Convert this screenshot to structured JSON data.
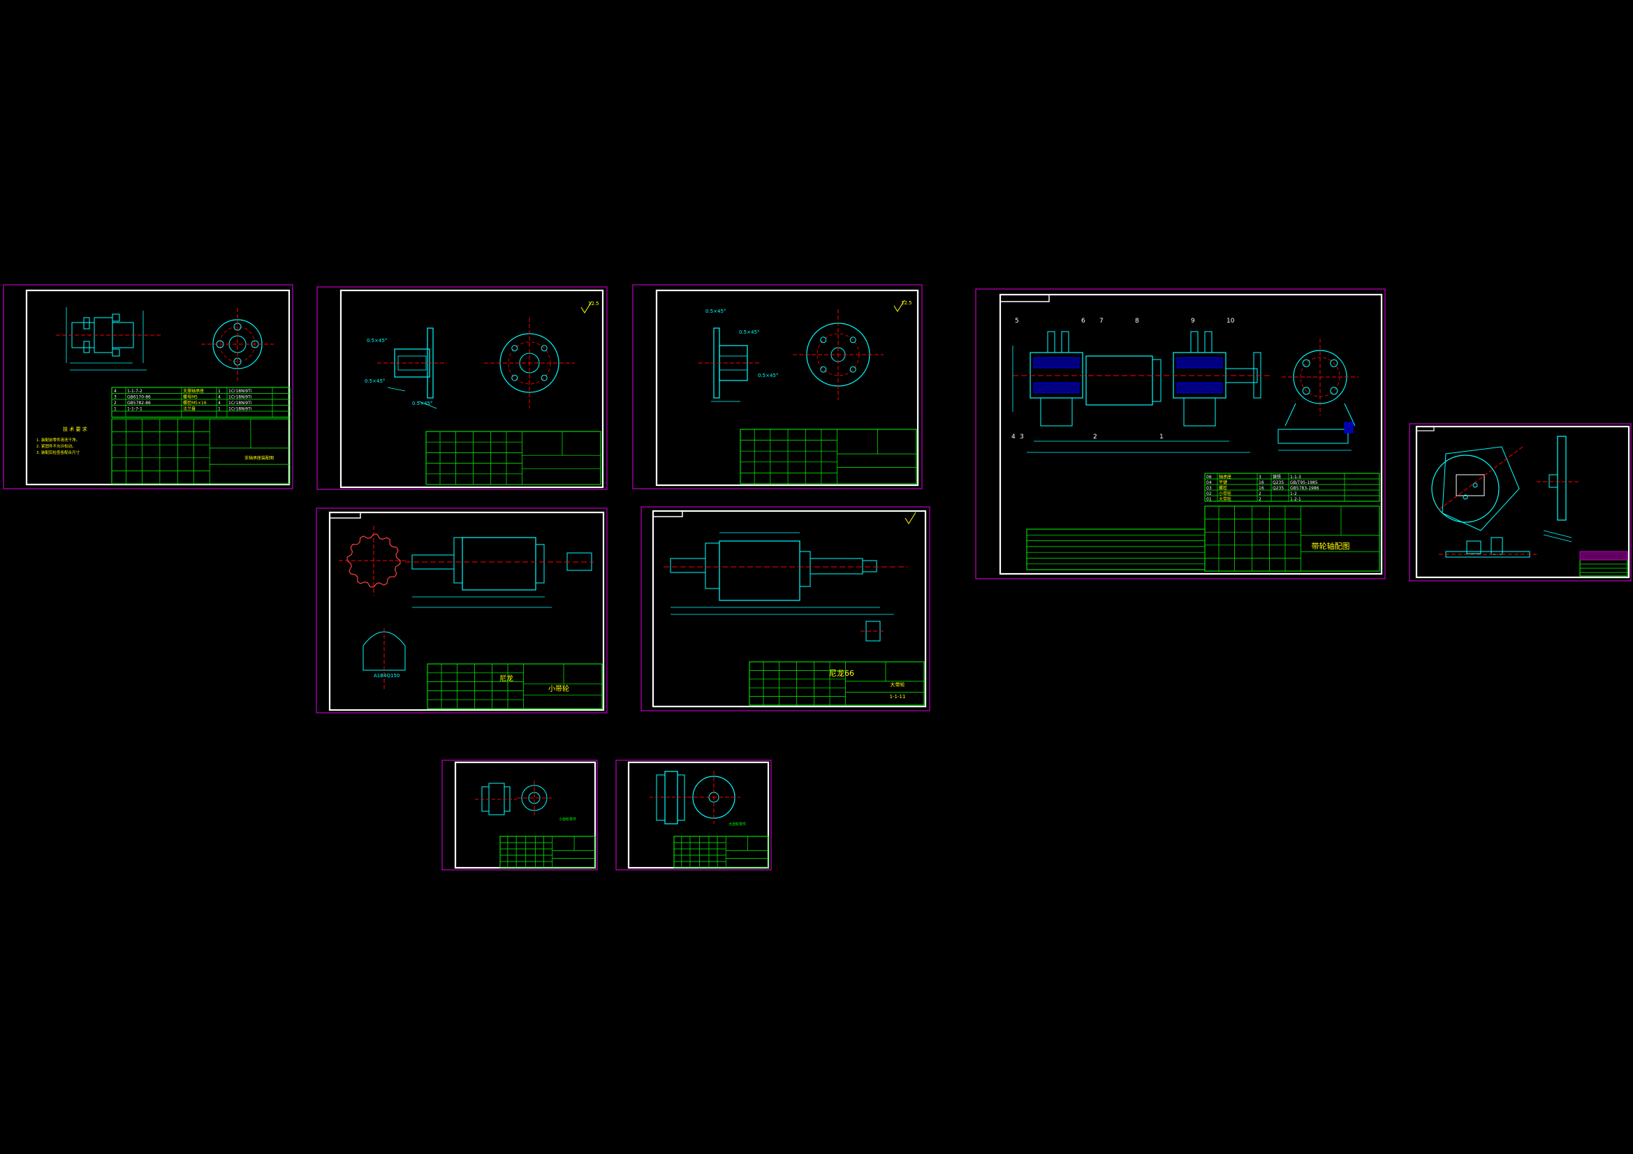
{
  "colors": {
    "background": "#000000",
    "sheet_frame": "#c000c0",
    "border": "#ffffff",
    "geometry": "#00ffff",
    "table": "#00ff00",
    "center_line": "#ff0000",
    "dim": "#00ffff",
    "text_yellow": "#ffff00",
    "hatch": "#0000ff"
  },
  "sheets": [
    {
      "id": "sheet-flange-assembly",
      "notes_title": "技 术 要 求",
      "notes": [
        "1. 装配前零件清洗干净。",
        "2. 紧固件不允许松动。",
        "3. 装配后检查各配合尺寸"
      ],
      "bom": [
        [
          "4",
          "1-1-7-2",
          "支撑轴承座",
          "1",
          "1Cr18Ni9Ti"
        ],
        [
          "3",
          "GB6170-86",
          "螺母M5",
          "4",
          "1Cr18Ni9Ti"
        ],
        [
          "2",
          "GB5782-86",
          "螺栓M5×16",
          "4",
          "1Cr18Ni9Ti"
        ],
        [
          "1",
          "1-1-7-1",
          "法兰盘",
          "1",
          "1Cr18Ni9Ti"
        ]
      ],
      "title": "支轴承座装配图"
    },
    {
      "id": "sheet-flange-part-a",
      "dim_labels": [
        "0.5×45°",
        "0.5×45°",
        "0.5×45°"
      ],
      "roughness": "12.5"
    },
    {
      "id": "sheet-flange-part-b",
      "dim_labels": [
        "0.5×45°",
        "0.5×45°",
        "0.5×45°"
      ],
      "roughness": "12.5"
    },
    {
      "id": "sheet-pulley-assembly",
      "balloons": [
        "5",
        "6",
        "7",
        "8",
        "9",
        "10",
        "4",
        "3",
        "2",
        "1"
      ],
      "bom": [
        [
          "06",
          "轴承座",
          "3",
          "铸铁",
          "1-1-3"
        ],
        [
          "04",
          "平键",
          "16",
          "Q235",
          "GB/T95-1985"
        ],
        [
          "03",
          "螺栓",
          "16",
          "Q235",
          "GB5783-1986"
        ],
        [
          "02",
          "小带轮",
          "2",
          "",
          "1-2"
        ],
        [
          "01",
          "大带轮",
          "2",
          "",
          "1-2-1"
        ]
      ],
      "title": "带轮轴配图"
    },
    {
      "id": "sheet-large-detail"
    },
    {
      "id": "sheet-small-pulley",
      "title": "尼龙",
      "subtitle": "小带轮",
      "note": "A1B4Q150"
    },
    {
      "id": "sheet-large-pulley",
      "title": "尼龙66",
      "subtitle": "大带轮",
      "code": "1-1-11"
    },
    {
      "id": "sheet-small-gear",
      "title": "小齿轮零件"
    },
    {
      "id": "sheet-large-gear",
      "title": "大齿轮零件"
    }
  ]
}
